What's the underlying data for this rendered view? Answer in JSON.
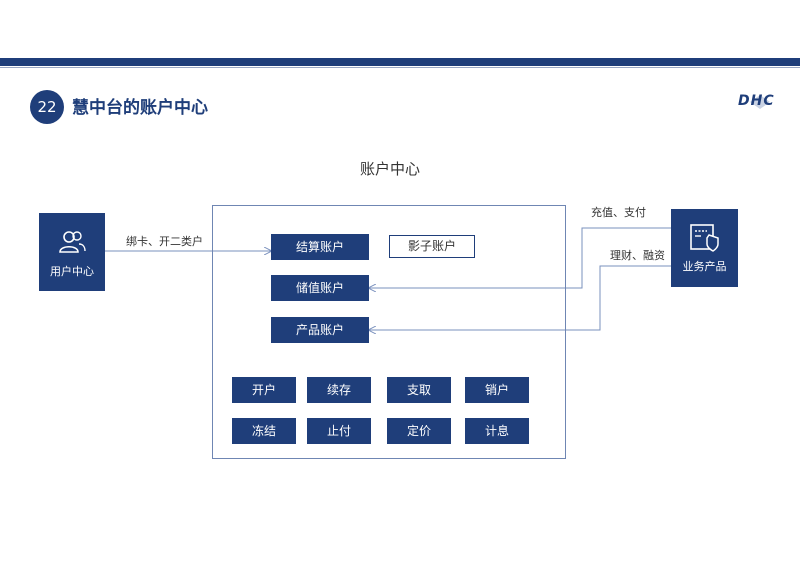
{
  "header": {
    "page_number": "22",
    "title": "慧中台的账户中心",
    "logo_text": "DHC"
  },
  "diagram": {
    "title": "账户中心",
    "user_center": "用户中心",
    "business_products": "业务产品",
    "accounts": {
      "settlement": "结算账户",
      "shadow": "影子账户",
      "stored_value": "储值账户",
      "product": "产品账户"
    },
    "operations": [
      "开户",
      "续存",
      "支取",
      "销户",
      "冻结",
      "止付",
      "定价",
      "计息"
    ],
    "edge_labels": {
      "bind_card": "绑卡、开二类户",
      "recharge_pay": "充值、支付",
      "wealth_finance": "理财、融资"
    }
  },
  "colors": {
    "brand": "#1f3e7a",
    "box_border": "#6f86b3",
    "edge": "#7a90bd"
  }
}
